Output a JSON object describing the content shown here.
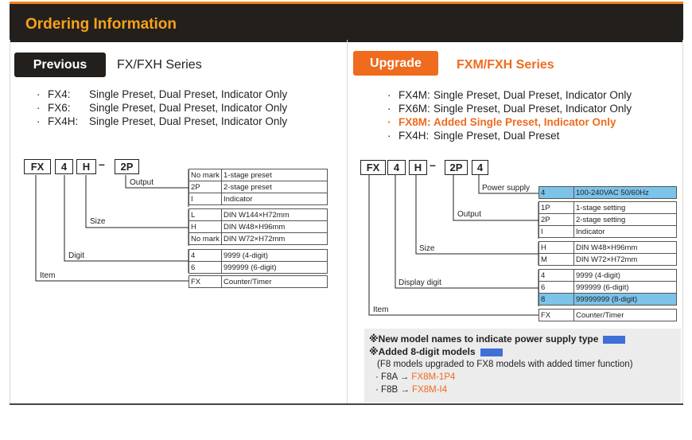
{
  "header": {
    "title": "Ordering Information"
  },
  "previous": {
    "tab": "Previous",
    "series": "FX/FXH Series",
    "items": [
      {
        "bullet": "·",
        "code": "FX4:",
        "desc": "Single Preset, Dual Preset, Indicator Only"
      },
      {
        "bullet": "·",
        "code": "FX6:",
        "desc": "Single Preset, Dual Preset, Indicator Only"
      },
      {
        "bullet": "·",
        "code": "FX4H:",
        "desc": "Single Preset, Dual Preset, Indicator Only"
      }
    ],
    "code_boxes": [
      "FX",
      "4",
      "H",
      "2P"
    ],
    "dash": "–",
    "labels": {
      "output": "Output",
      "size": "Size",
      "digit": "Digit",
      "item": "Item"
    },
    "rows": [
      {
        "code": "No mark",
        "desc": "1-stage preset"
      },
      {
        "code": "2P",
        "desc": "2-stage preset"
      },
      {
        "code": "I",
        "desc": "Indicator"
      },
      {
        "code": "L",
        "desc": "DIN W144×H72mm"
      },
      {
        "code": "H",
        "desc": "DIN W48×H96mm"
      },
      {
        "code": "No mark",
        "desc": "DIN W72×H72mm"
      },
      {
        "code": "4",
        "desc": "9999 (4-digit)"
      },
      {
        "code": "6",
        "desc": "999999 (6-digit)"
      },
      {
        "code": "FX",
        "desc": "Counter/Timer"
      }
    ]
  },
  "upgrade": {
    "tab": "Upgrade",
    "series": "FXM/FXH Series",
    "items": [
      {
        "bullet": "·",
        "code": "FX4M:",
        "desc": "Single Preset, Dual Preset, Indicator Only",
        "highlight": false
      },
      {
        "bullet": "·",
        "code": "FX6M:",
        "desc": "Single Preset, Dual Preset, Indicator Only",
        "highlight": false
      },
      {
        "bullet": "·",
        "code": "FX8M:",
        "desc": "Added Single Preset, Indicator Only",
        "highlight": true
      },
      {
        "bullet": "·",
        "code": "FX4H:",
        "desc": "Single Preset, Dual Preset",
        "highlight": false
      }
    ],
    "code_boxes": [
      "FX",
      "4",
      "H",
      "2P",
      "4"
    ],
    "dash": "–",
    "labels": {
      "power": "Power supply",
      "output": "Output",
      "size": "Size",
      "digit": "Display digit",
      "item": "Item"
    },
    "rows": [
      {
        "code": "4",
        "desc": "100-240VAC 50/60Hz",
        "highlight": true
      },
      {
        "code": "1P",
        "desc": "1-stage setting"
      },
      {
        "code": "2P",
        "desc": "2-stage setting"
      },
      {
        "code": "I",
        "desc": "Indicator"
      },
      {
        "code": "H",
        "desc": "DIN W48×H96mm"
      },
      {
        "code": "M",
        "desc": "DIN W72×H72mm"
      },
      {
        "code": "4",
        "desc": "9999 (4-digit)"
      },
      {
        "code": "6",
        "desc": "999999 (6-digit)"
      },
      {
        "code": "8",
        "desc": "99999999 (8-digit)",
        "highlight": true
      },
      {
        "code": "FX",
        "desc": "Counter/Timer"
      }
    ]
  },
  "notes": {
    "line1": "※New model names to indicate power supply type",
    "line2": "※Added 8-digit models",
    "line3": "(F8 models upgraded to FX8 models with added timer function)",
    "map1_bullet": "·",
    "map1_from": "F8A",
    "map1_arrow": "→",
    "map1_to": "FX8M-1P4",
    "map2_bullet": "·",
    "map2_from": "F8B",
    "map2_arrow": "→",
    "map2_to": "FX8M-I4",
    "chip_color": "#3f6fd7"
  },
  "colors": {
    "accent": "#ef6b1e",
    "header_bg": "#231f1c",
    "header_text": "#f7a21b",
    "highlight_row": "#7cc3ea"
  }
}
